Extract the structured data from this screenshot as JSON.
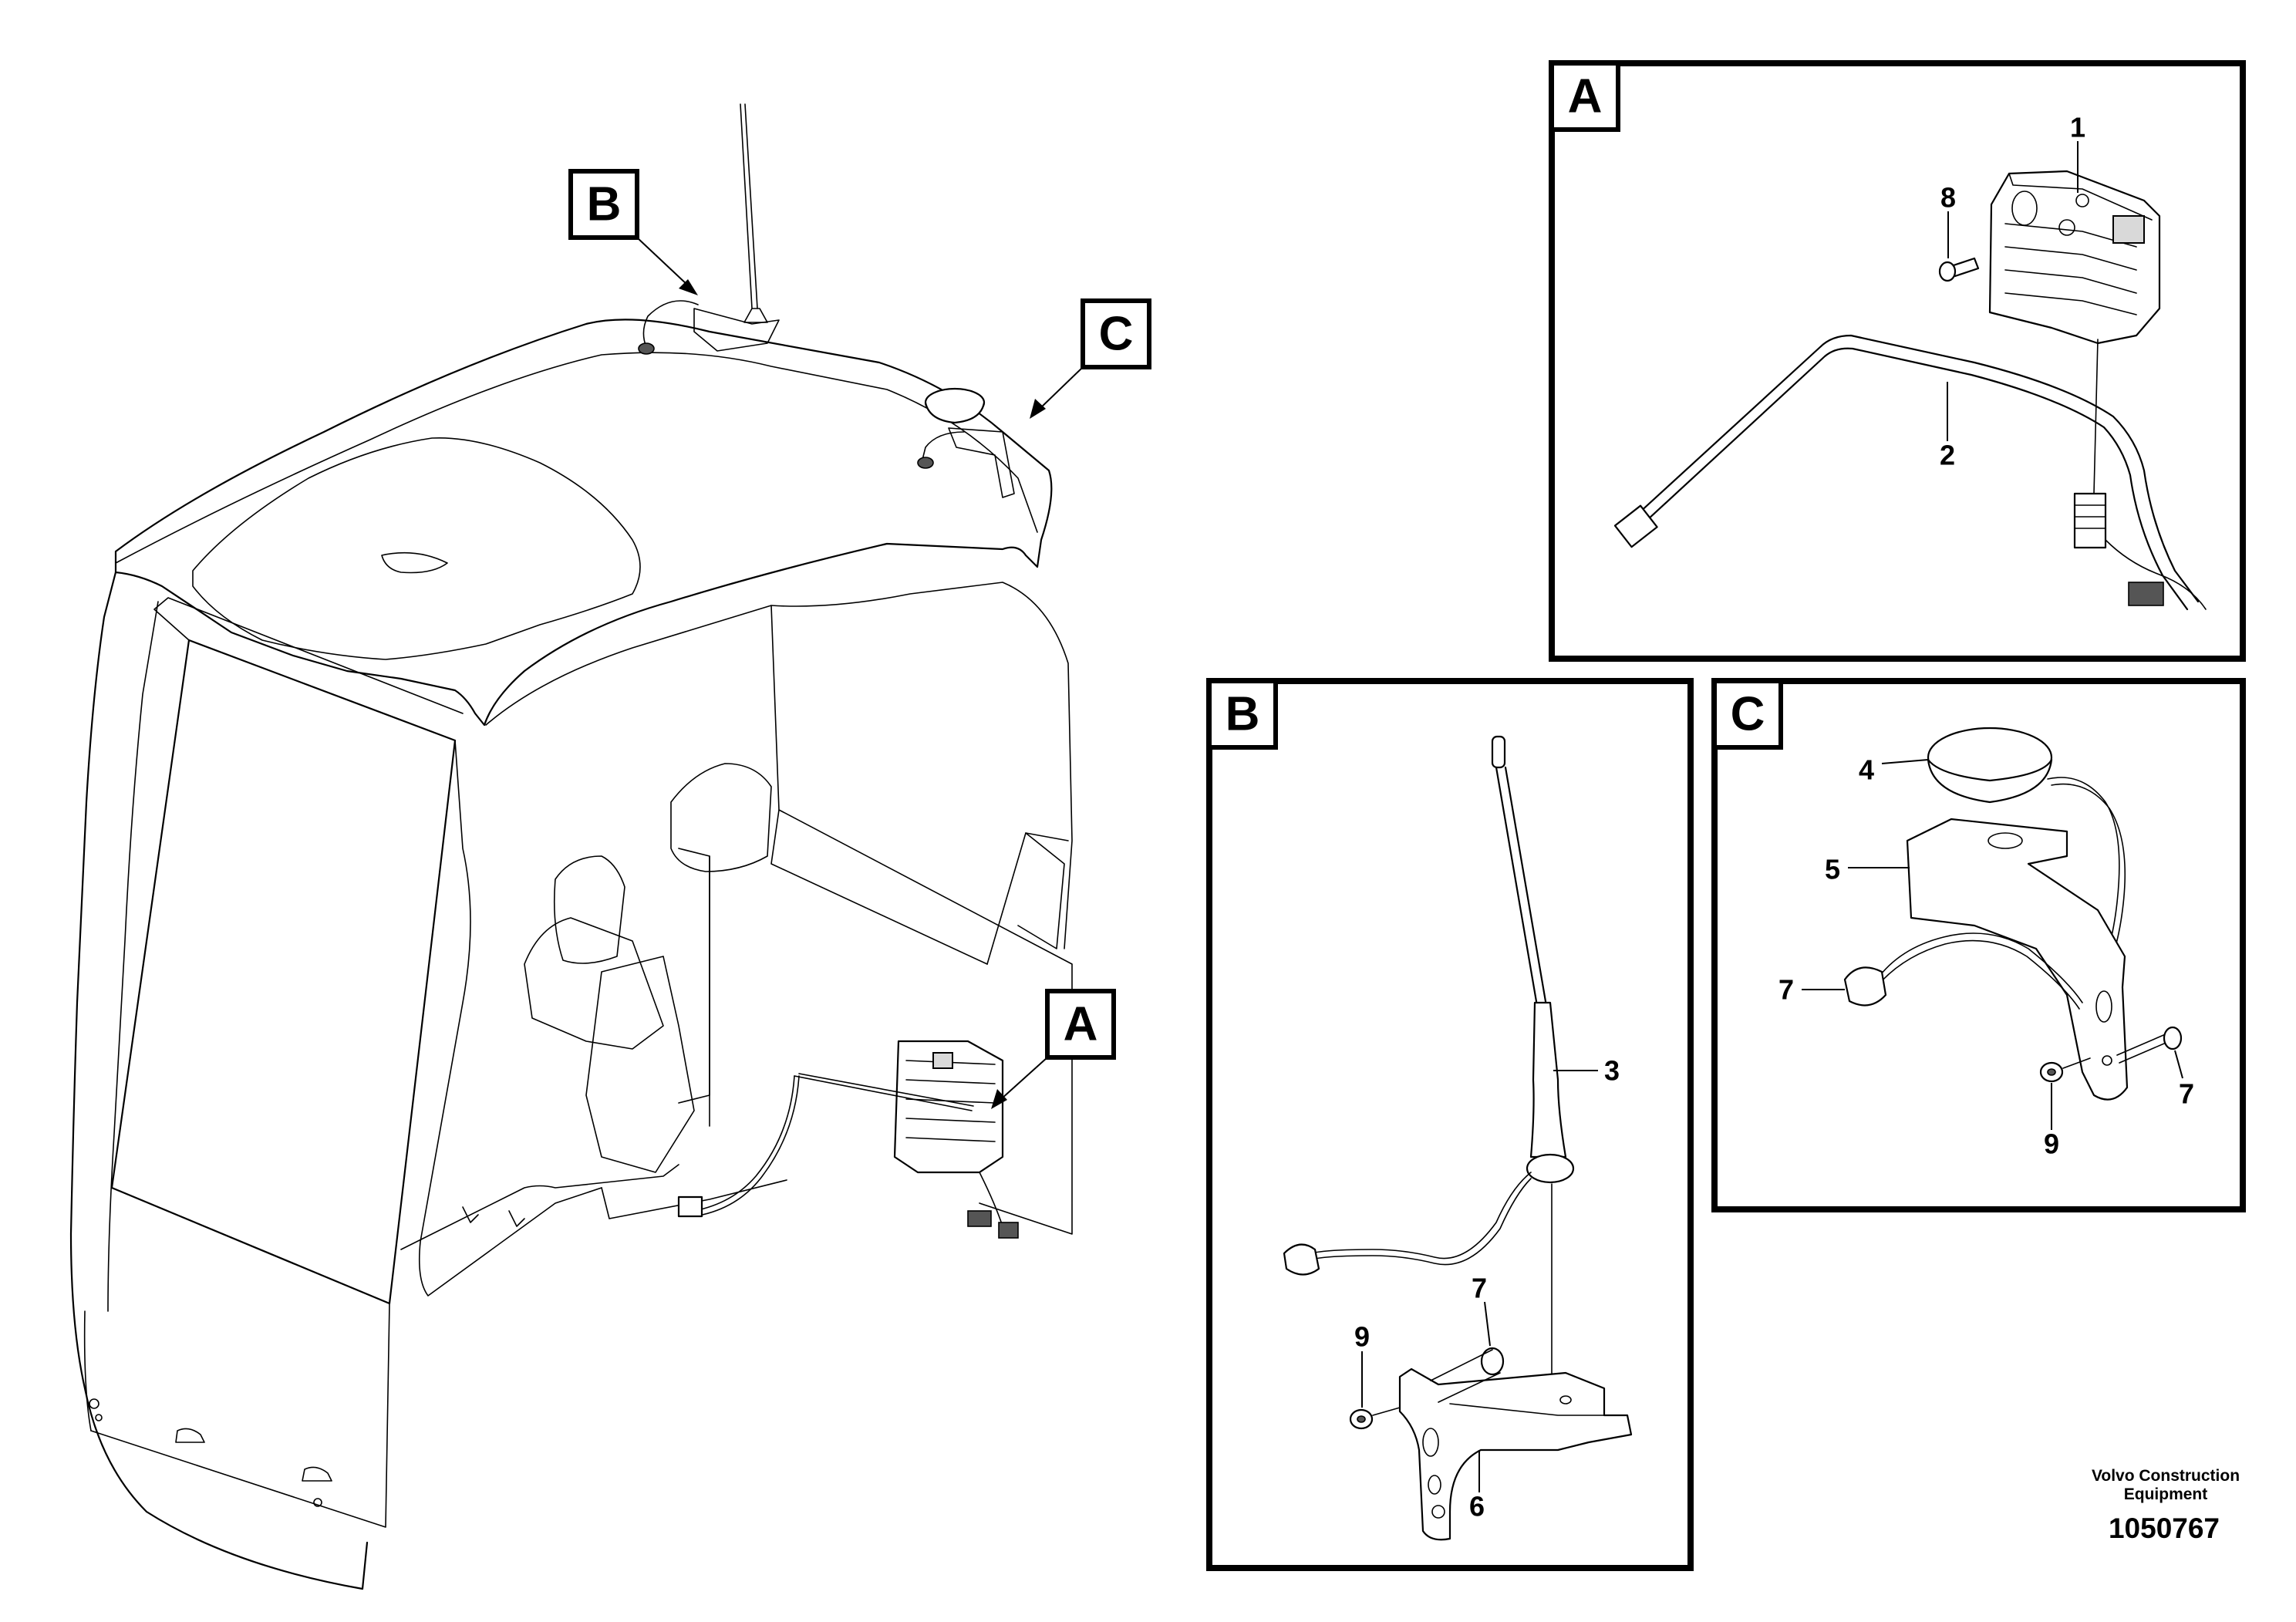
{
  "callouts": {
    "main_a": "A",
    "main_b": "B",
    "main_c": "C"
  },
  "panels": {
    "a": {
      "tag": "A",
      "labels": [
        "1",
        "2",
        "8"
      ]
    },
    "b": {
      "tag": "B",
      "labels": [
        "3",
        "6",
        "7",
        "9"
      ]
    },
    "c": {
      "tag": "C",
      "labels": [
        "4",
        "5",
        "7",
        "7",
        "9"
      ]
    }
  },
  "footer": {
    "company_line1": "Volvo Construction",
    "company_line2": "Equipment",
    "doc_number": "1050767"
  }
}
